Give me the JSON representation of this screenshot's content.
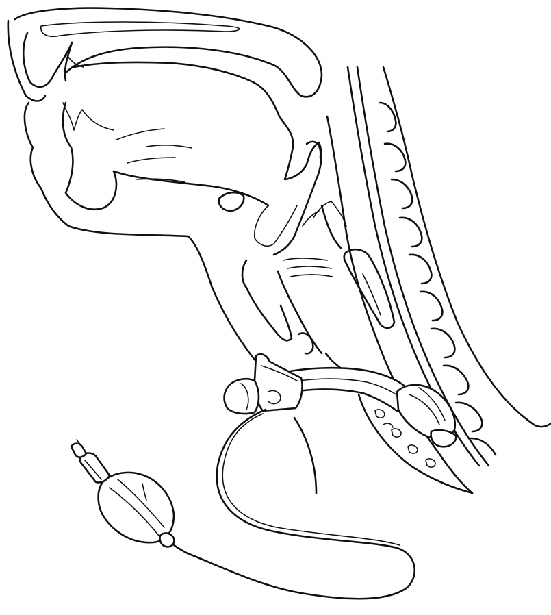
{
  "figure": {
    "description_visible_text": [],
    "colors": {
      "stroke": "#111111",
      "background": "#ffffff"
    },
    "icons": [
      "head-neck-sagittal-section",
      "tracheostomy-tube",
      "pilot-balloon"
    ]
  }
}
